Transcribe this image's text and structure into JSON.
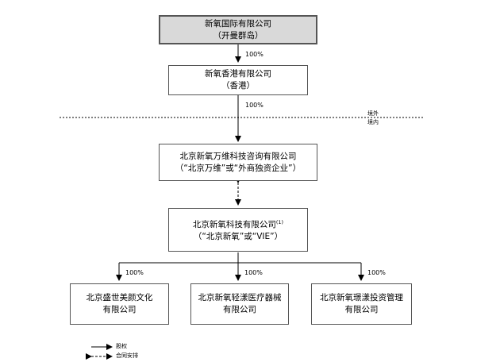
{
  "top_entity": {
    "line1": "新氧国际有限公司",
    "line2": "（开曼群岛）"
  },
  "hk_entity": {
    "line1": "新氧香港有限公司",
    "line2": "（香港）"
  },
  "wfoe_entity": {
    "line1": "北京新氧万维科技咨询有限公司",
    "line2": "（“北京万维”或“外商独资企业”）"
  },
  "vie_entity": {
    "line1": "北京新氧科技有限公司",
    "note": "(1)",
    "line2": "（“北京新氧”或“VIE”）"
  },
  "subsidiaries": [
    {
      "line1": "北京盛世美颜文化",
      "line2": "有限公司"
    },
    {
      "line1": "北京新氧轻漾医疗器械",
      "line2": "有限公司"
    },
    {
      "line1": "北京新氧璟漾投资管理",
      "line2": "有限公司"
    }
  ],
  "percent_labels": {
    "top_to_hk": "100%",
    "hk_to_wfoe": "100%",
    "vie_to_sub1": "100%",
    "vie_to_sub2": "100%",
    "vie_to_sub3": "100%"
  },
  "border_labels": {
    "offshore": "境外",
    "onshore": "境内"
  },
  "legend": {
    "equity": "股权",
    "contract": "合同安排"
  }
}
